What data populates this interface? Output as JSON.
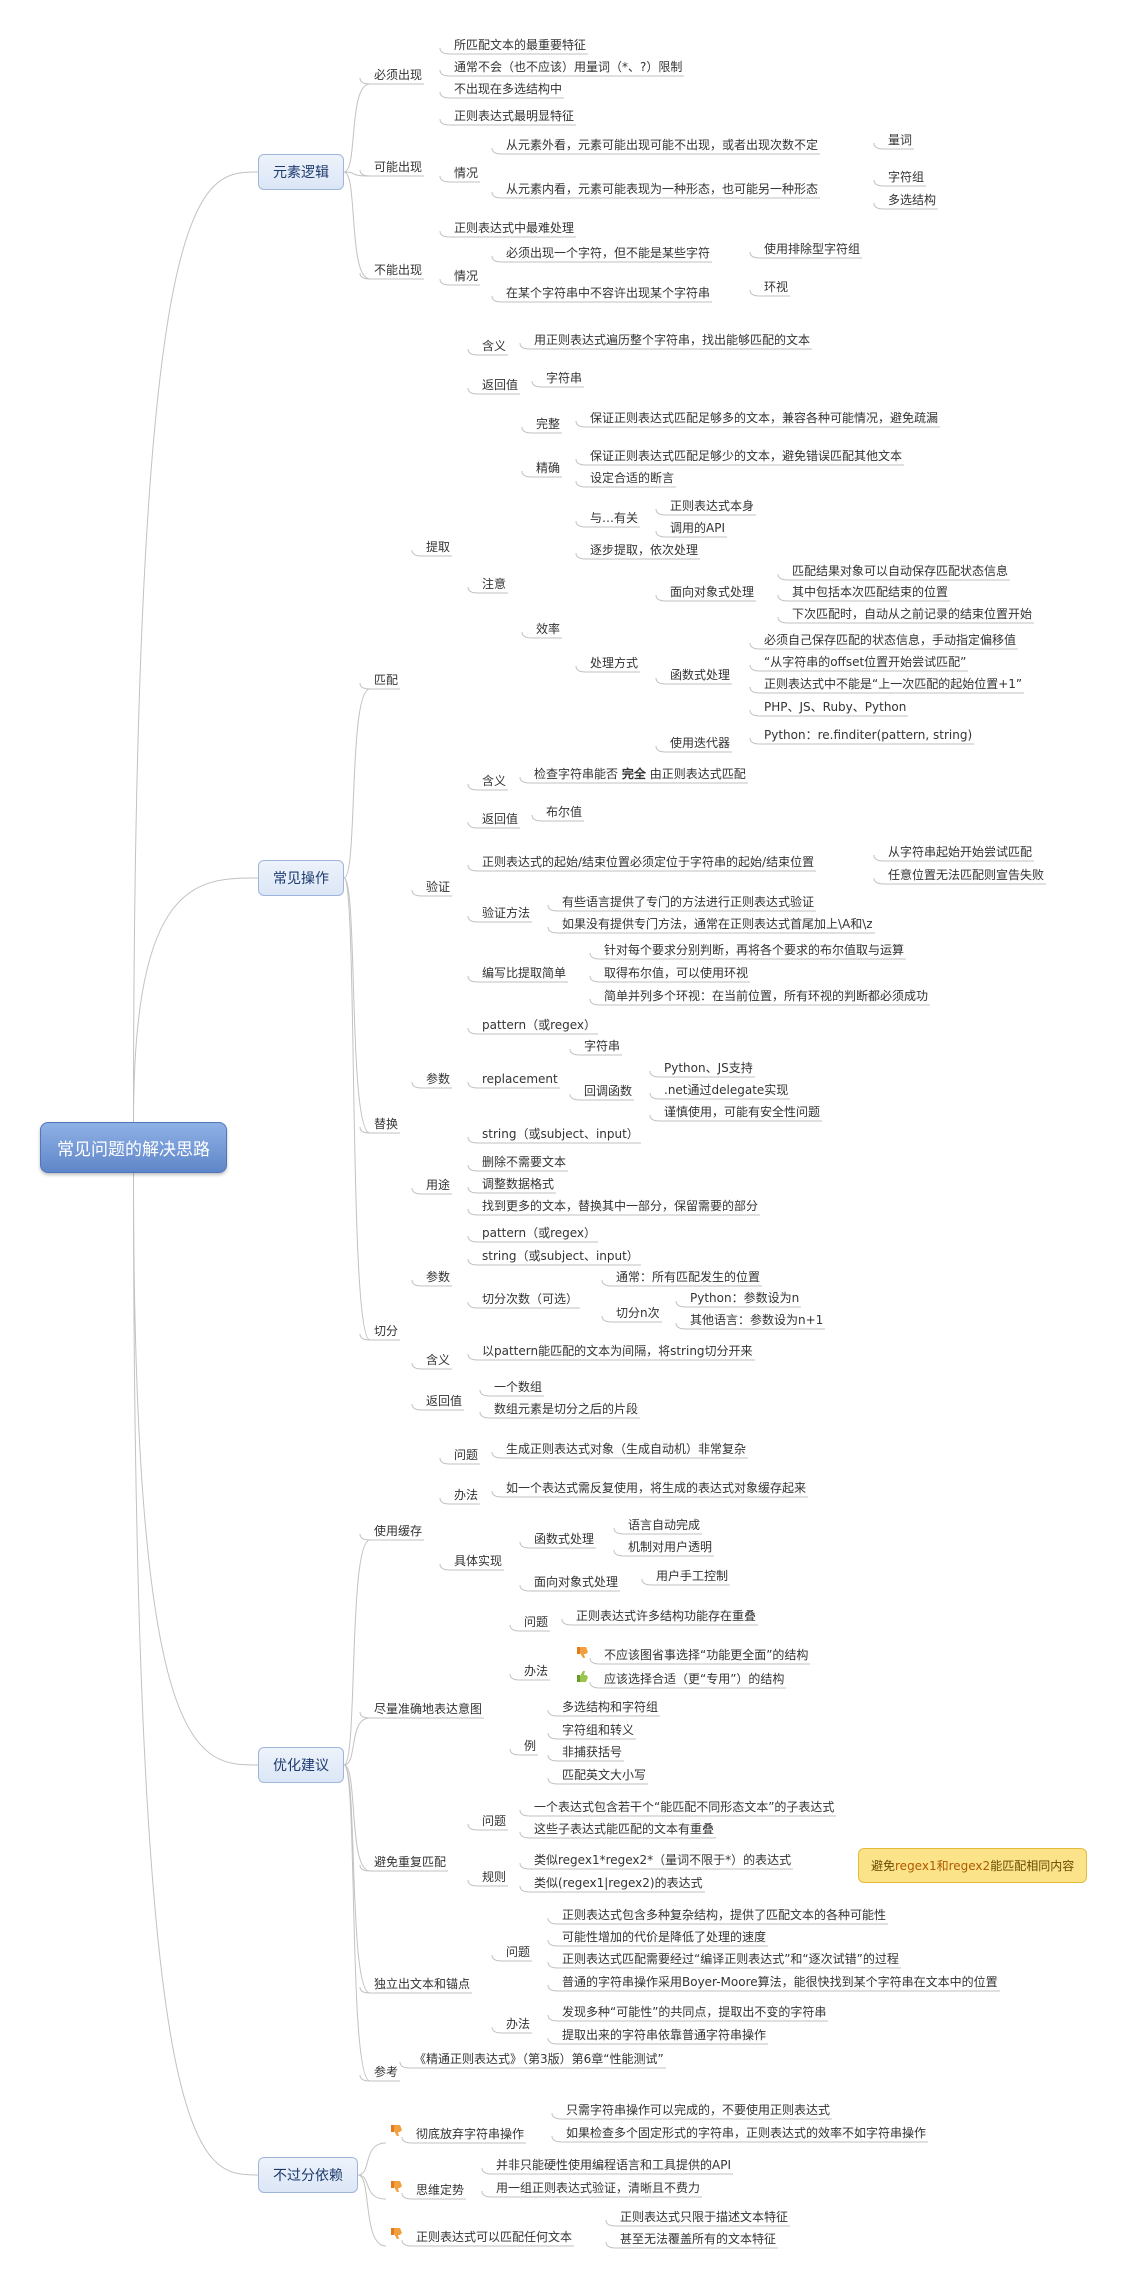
{
  "root": "常见问题的解决思路",
  "branches": {
    "b1": "元素逻辑",
    "b2": "常见操作",
    "b3": "优化建议",
    "b4": "不过分依赖"
  },
  "n": {
    "a1": "必须出现",
    "a1_1": "所匹配文本的最重要特征",
    "a1_2": "通常不会（也不应该）用量词（*、?）限制",
    "a1_3": "不出现在多选结构中",
    "a2": "可能出现",
    "a2_1": "正则表达式最明显特征",
    "a2_2": "情况",
    "a2_2a": "从元素外看，元素可能出现可能不出现，或者出现次数不定",
    "a2_2a1": "量词",
    "a2_2b": "从元素内看，元素可能表现为一种形态，也可能另一种形态",
    "a2_2b1": "字符组",
    "a2_2b2": "多选结构",
    "a3": "不能出现",
    "a3_1": "正则表达式中最难处理",
    "a3_2": "情况",
    "a3_2a": "必须出现一个字符，但不能是某些字符",
    "a3_2a1": "使用排除型字符组",
    "a3_2b": "在某个字符串中不容许出现某个字符串",
    "a3_2b1": "环视",
    "c1": "匹配",
    "c1a": "提取",
    "c1a1": "含义",
    "c1a1v": "用正则表达式遍历整个字符串，找出能够匹配的文本",
    "c1a2": "返回值",
    "c1a2v": "字符串",
    "c1a3": "注意",
    "c1a3a": "完整",
    "c1a3av": "保证正则表达式匹配足够多的文本，兼容各种可能情况，避免疏漏",
    "c1a3b": "精确",
    "c1a3bv1": "保证正则表达式匹配足够少的文本，避免错误匹配其他文本",
    "c1a3bv2": "设定合适的断言",
    "c1a3c": "效率",
    "c1a3c1": "与…有关",
    "c1a3c1a": "正则表达式本身",
    "c1a3c1b": "调用的API",
    "c1a3c2": "逐步提取，依次处理",
    "c1a3c3": "处理方式",
    "c1a3c3a": "面向对象式处理",
    "c1a3c3a1": "匹配结果对象可以自动保存匹配状态信息",
    "c1a3c3a2": "其中包括本次匹配结束的位置",
    "c1a3c3a3": "下次匹配时，自动从之前记录的结束位置开始",
    "c1a3c3b": "函数式处理",
    "c1a3c3b1": "必须自己保存匹配的状态信息，手动指定偏移值",
    "c1a3c3b2": "“从字符串的offset位置开始尝试匹配”",
    "c1a3c3b3": "正则表达式中不能是“上一次匹配的起始位置+1”",
    "c1a3c3b4": "PHP、JS、Ruby、Python",
    "c1a3c3c": "使用迭代器",
    "c1a3c3c1": "Python：re.finditer(pattern, string)",
    "c1b": "验证",
    "c1b1": "含义",
    "c1b1v_pre": "检查字符串能否",
    "c1b1v_bold": "完全",
    "c1b1v_post": "由正则表达式匹配",
    "c1b2": "返回值",
    "c1b2v": "布尔值",
    "c1b3": "正则表达式的起始/结束位置必须定位于字符串的起始/结束位置",
    "c1b3a": "从字符串起始开始尝试匹配",
    "c1b3b": "任意位置无法匹配则宣告失败",
    "c1b4": "验证方法",
    "c1b4a": "有些语言提供了专门的方法进行正则表达式验证",
    "c1b4b": "如果没有提供专门方法，通常在正则表达式首尾加上\\A和\\z",
    "c1b5": "编写比提取简单",
    "c1b5a": "针对每个要求分别判断，再将各个要求的布尔值取与运算",
    "c1b5b": "取得布尔值，可以使用环视",
    "c1b5c": "简单并列多个环视：在当前位置，所有环视的判断都必须成功",
    "c2": "替换",
    "c2a": "参数",
    "c2a1": "pattern（或regex）",
    "c2a2": "replacement",
    "c2a2a": "字符串",
    "c2a2b": "回调函数",
    "c2a2b1": "Python、JS支持",
    "c2a2b2": ".net通过delegate实现",
    "c2a2b3": "谨慎使用，可能有安全性问题",
    "c2a3": "string（或subject、input）",
    "c2b": "用途",
    "c2b1": "删除不需要文本",
    "c2b2": "调整数据格式",
    "c2b3": "找到更多的文本，替换其中一部分，保留需要的部分",
    "c3": "切分",
    "c3a": "参数",
    "c3a1": "pattern（或regex）",
    "c3a2": "string（或subject、input）",
    "c3a3": "切分次数（可选）",
    "c3a3a": "通常：所有匹配发生的位置",
    "c3a3b": "切分n次",
    "c3a3b1": "Python：参数设为n",
    "c3a3b2": "其他语言：参数设为n+1",
    "c3b": "含义",
    "c3bv": "以pattern能匹配的文本为间隔，将string切分开来",
    "c3c": "返回值",
    "c3c1": "一个数组",
    "c3c2": "数组元素是切分之后的片段",
    "o1": "使用缓存",
    "o1a": "问题",
    "o1av": "生成正则表达式对象（生成自动机）非常复杂",
    "o1b": "办法",
    "o1bv": "如一个表达式需反复使用，将生成的表达式对象缓存起来",
    "o1c": "具体实现",
    "o1c1": "函数式处理",
    "o1c1a": "语言自动完成",
    "o1c1b": "机制对用户透明",
    "o1c2": "面向对象式处理",
    "o1c2a": "用户手工控制",
    "o2": "尽量准确地表达意图",
    "o2a": "问题",
    "o2av": "正则表达式许多结构功能存在重叠",
    "o2b": "办法",
    "o2b1": "不应该图省事选择“功能更全面”的结构",
    "o2b2": "应该选择合适（更“专用”）的结构",
    "o2c": "例",
    "o2c1": "多选结构和字符组",
    "o2c2": "字符组和转义",
    "o2c3": "非捕获括号",
    "o2c4": "匹配英文大小写",
    "o3": "避免重复匹配",
    "o3a": "问题",
    "o3a1": "一个表达式包含若干个“能匹配不同形态文本”的子表达式",
    "o3a2": "这些子表达式能匹配的文本有重叠",
    "o3b": "规则",
    "o3b1": "类似regex1*regex2*（量词不限于*）的表达式",
    "o3b2": "类似(regex1|regex2)的表达式",
    "o3note_pre": "避免",
    "o3note_hl": "regex1和regex2",
    "o3note_post": "能匹配相同内容",
    "o4": "独立出文本和锚点",
    "o4a": "问题",
    "o4a1": "正则表达式包含多种复杂结构，提供了匹配文本的各种可能性",
    "o4a2": "可能性增加的代价是降低了处理的速度",
    "o4a3": "正则表达式匹配需要经过“编译正则表达式”和“逐次试错”的过程",
    "o4a4": "普通的字符串操作采用Boyer-Moore算法，能很快找到某个字符串在文本中的位置",
    "o4b": "办法",
    "o4b1": "发现多种“可能性”的共同点，提取出不变的字符串",
    "o4b2": "提取出来的字符串依靠普通字符串操作",
    "o5": "参考",
    "o5v": "《精通正则表达式》（第3版）第6章“性能测试”",
    "d1": "彻底放弃字符串操作",
    "d1a": "只需字符串操作可以完成的，不要使用正则表达式",
    "d1b": "如果检查多个固定形式的字符串，正则表达式的效率不如字符串操作",
    "d2": "思维定势",
    "d2a": "并非只能硬性使用编程语言和工具提供的API",
    "d2b": "用一组正则表达式验证，清晰且不费力",
    "d3": "正则表达式可以匹配任何文本",
    "d3a": "正则表达式只限于描述文本特征",
    "d3b": "甚至无法覆盖所有的文本特征"
  },
  "colors": {
    "line": "#bdbdbd",
    "root": "#6f93d2",
    "branch": "#e3ebf8",
    "note": "#fbe38a",
    "flag": "#f08a24"
  }
}
